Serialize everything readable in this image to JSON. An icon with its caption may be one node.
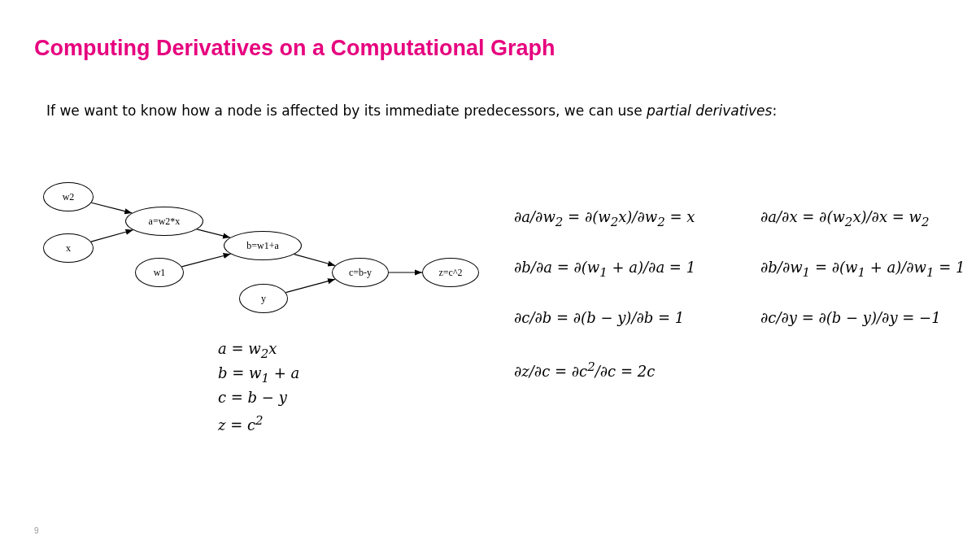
{
  "diagram": {
    "title": "Computing Derivatives on a Computational Graph",
    "nodes": [
      {
        "text": [
          "w2"
        ]
      },
      {
        "text": [
          "x"
        ]
      },
      {
        "text": [
          "a=w2*x"
        ]
      },
      {
        "text": [
          "w1"
        ]
      },
      {
        "text": [
          "b=w1+a"
        ]
      },
      {
        "text": [
          "y"
        ]
      },
      {
        "text": [
          "c=b-y"
        ]
      },
      {
        "text": [
          "z=c^2"
        ]
      }
    ],
    "edges": [
      {
        "from": 0,
        "to": 2,
        "arrow": "to"
      },
      {
        "from": 1,
        "to": 2,
        "arrow": "to"
      },
      {
        "from": 2,
        "to": 4,
        "arrow": "to"
      },
      {
        "from": 3,
        "to": 4,
        "arrow": "to"
      },
      {
        "from": 4,
        "to": 6,
        "arrow": "to"
      },
      {
        "from": 5,
        "to": 6,
        "arrow": "to"
      },
      {
        "from": 6,
        "to": 7,
        "arrow": "to"
      }
    ],
    "labels": [
      "If we want to know how a node is affected by its immediate predecessors, we can use *partial derivatives*:",
      "a = w$_{2}$x",
      "b = w$_{1}$ + a",
      "c = b − y",
      "z = c$^{2}$",
      "∂a/∂w$_{2}$ = ∂(w$_{2}$x)/∂w$_{2}$ = x",
      "∂a/∂x = ∂(w$_{2}$x)/∂x = w$_{2}$",
      "∂b/∂a = ∂(w$_{1}$ + a)/∂a = 1",
      "∂b/∂w$_{1}$ = ∂(w$_{1}$ + a)/∂w$_{1}$ = 1",
      "∂c/∂b = ∂(b − y)/∂b = 1",
      "∂c/∂y = ∂(b − y)/∂y = −1",
      "∂z/∂c = ∂c$^{2}$/∂c = 2c",
      "9"
    ]
  }
}
